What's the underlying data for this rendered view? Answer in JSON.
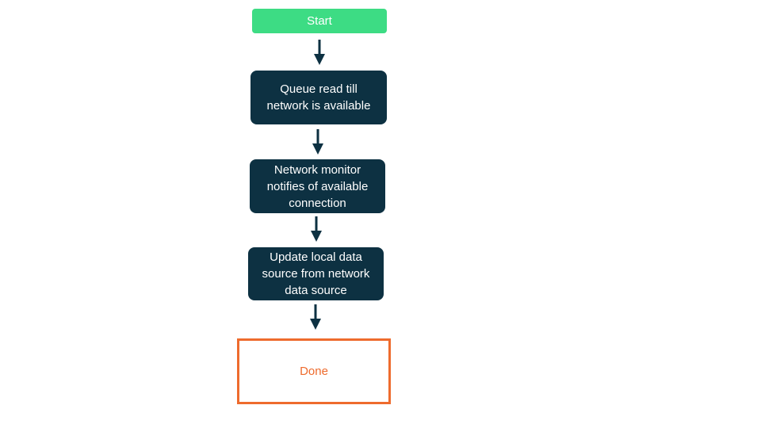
{
  "diagram": {
    "type": "flowchart",
    "direction": "top-down",
    "nodes": [
      {
        "id": "start",
        "type": "start",
        "label": "Start"
      },
      {
        "id": "step1",
        "type": "process",
        "label": "Queue read till network is available"
      },
      {
        "id": "step2",
        "type": "process",
        "label": "Network monitor notifies of available connection"
      },
      {
        "id": "step3",
        "type": "process",
        "label": "Update local data source from network data source"
      },
      {
        "id": "done",
        "type": "end",
        "label": "Done"
      }
    ],
    "edges": [
      {
        "from": "start",
        "to": "step1"
      },
      {
        "from": "step1",
        "to": "step2"
      },
      {
        "from": "step2",
        "to": "step3"
      },
      {
        "from": "step3",
        "to": "done"
      }
    ],
    "colors": {
      "start_bg": "#3ddc84",
      "process_bg": "#0d3142",
      "arrow_color": "#0d3142",
      "accent_orange": "#ee6b2d",
      "text_on_dark": "#ffffff",
      "page_bg": "#ffffff"
    }
  }
}
